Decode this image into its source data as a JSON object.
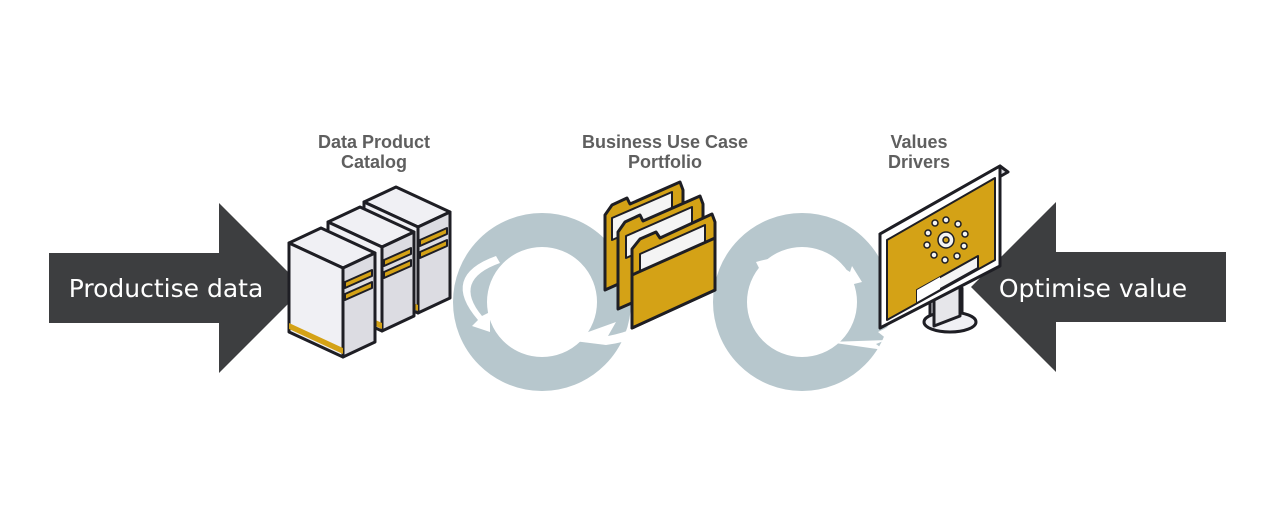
{
  "diagram": {
    "left_arrow_label": "Productise data",
    "right_arrow_label": "Optimise value",
    "stages": [
      {
        "line1": "Data Product",
        "line2": "Catalog",
        "icon": "server-stack-icon"
      },
      {
        "line1": "Business Use Case",
        "line2": "Portfolio",
        "icon": "folders-icon"
      },
      {
        "line1": "Values",
        "line2": "Drivers",
        "icon": "monitor-icon"
      }
    ],
    "colors": {
      "arrow": "#3d3e40",
      "loop": "#b7c7cd",
      "accent": "#d4a216",
      "outline": "#1e1e24",
      "label": "#5f5f5f",
      "server_body": "#f0f0f4"
    }
  }
}
